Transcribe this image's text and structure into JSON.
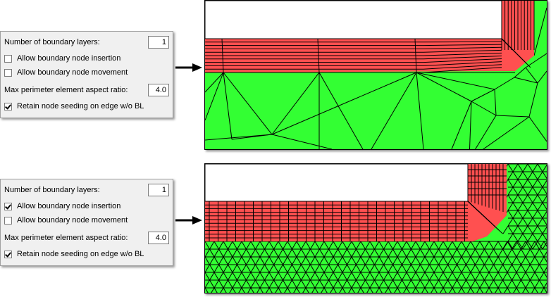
{
  "panels": [
    {
      "layers_label": "Number of boundary layers:",
      "layers_value": "1",
      "insertion_label": "Allow boundary node insertion",
      "insertion_checked": false,
      "movement_label": "Allow boundary node movement",
      "movement_checked": false,
      "aspect_label": "Max perimeter element aspect ratio:",
      "aspect_value": "4.0",
      "retain_label": "Retain node seeding on edge w/o BL",
      "retain_checked": true
    },
    {
      "layers_label": "Number of boundary layers:",
      "layers_value": "1",
      "insertion_label": "Allow boundary node insertion",
      "insertion_checked": true,
      "movement_label": "Allow boundary node movement",
      "movement_checked": false,
      "aspect_label": "Max perimeter element aspect ratio:",
      "aspect_value": "4.0",
      "retain_label": "Retain node seeding on edge w/o BL",
      "retain_checked": true
    }
  ],
  "colors": {
    "boundary_layer": "#ff5050",
    "tri_mesh": "#33ff33",
    "void": "#ffffff"
  }
}
